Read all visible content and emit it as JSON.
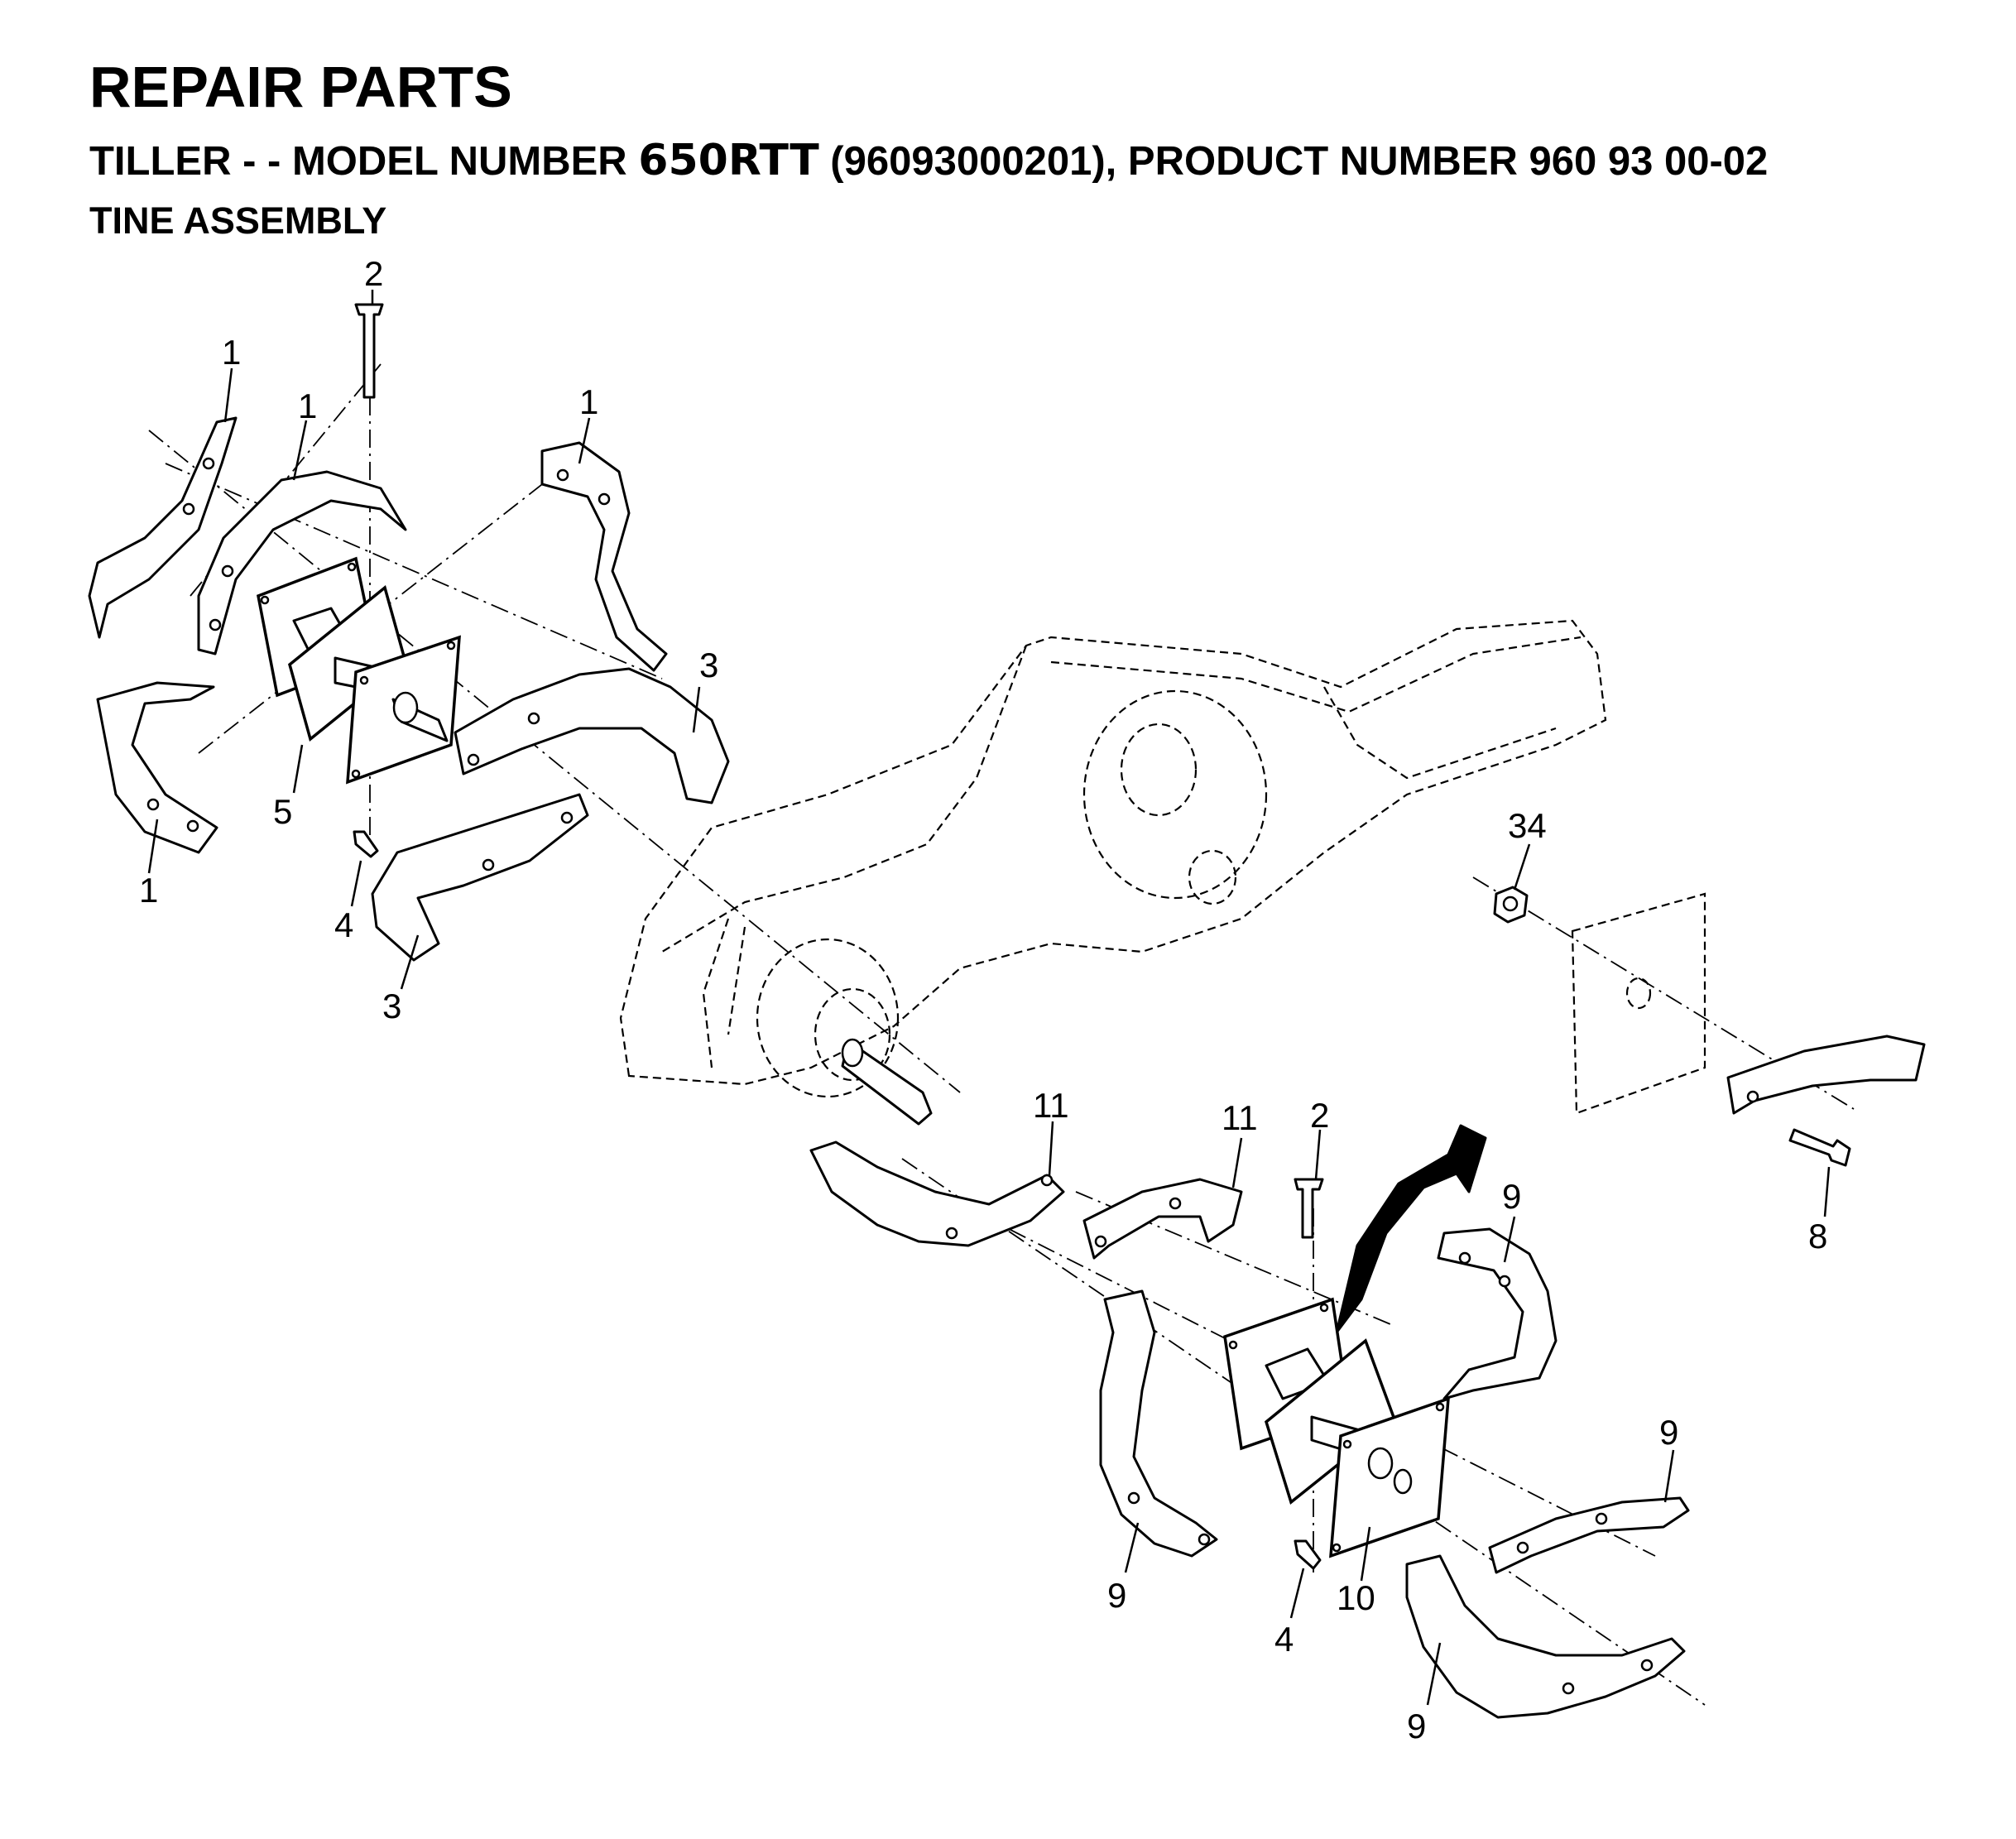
{
  "header": {
    "title": "REPAIR PARTS",
    "subtitle_prefix": "TILLER - - MODEL NUMBER ",
    "model": "650RTT",
    "subtitle_suffix": " (96093000201), PRODUCT NUMBER 960 93 00-02",
    "section": "TINE ASSEMBLY"
  },
  "callouts": {
    "c1a": "1",
    "c1b": "1",
    "c1c": "1",
    "c1d": "1",
    "c2a": "2",
    "c2b": "2",
    "c3a": "3",
    "c3b": "3",
    "c4a": "4",
    "c4b": "4",
    "c5": "5",
    "c8": "8",
    "c9a": "9",
    "c9b": "9",
    "c9c": "9",
    "c9d": "9",
    "c10": "10",
    "c11a": "11",
    "c11b": "11",
    "c34": "34"
  }
}
